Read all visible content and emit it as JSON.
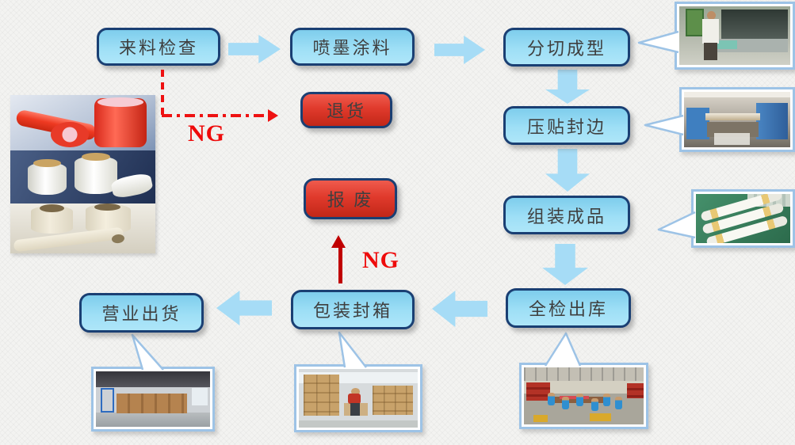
{
  "diagram": {
    "boxes": [
      {
        "label": "来料检查"
      },
      {
        "label": "喷墨涂料"
      },
      {
        "label": "分切成型"
      },
      {
        "label": "压贴封边"
      },
      {
        "label": "组装成品"
      },
      {
        "label": "全检出库"
      },
      {
        "label": "包装封箱"
      },
      {
        "label": "营业出货"
      },
      {
        "label": "退货"
      },
      {
        "label": "报 废"
      }
    ],
    "ng_labels": [
      {
        "text": "NG"
      },
      {
        "text": "NG"
      }
    ],
    "colors": {
      "process_fill": "#9edff6",
      "process_border": "#1a3f73",
      "reject_fill": "#e03a2c",
      "arrow_fill": "#a6dcf6",
      "ng_red": "#ee0b0b",
      "callout_border": "#9dc3e6"
    },
    "photos": [
      {
        "name": "protective-film-rolls-photo"
      },
      {
        "name": "cutting-workstation-photo"
      },
      {
        "name": "laminating-machine-photo"
      },
      {
        "name": "finished-rolls-photo"
      },
      {
        "name": "warehouse-boxes-photo"
      },
      {
        "name": "packing-area-photo"
      },
      {
        "name": "inspection-workshop-photo"
      }
    ]
  }
}
